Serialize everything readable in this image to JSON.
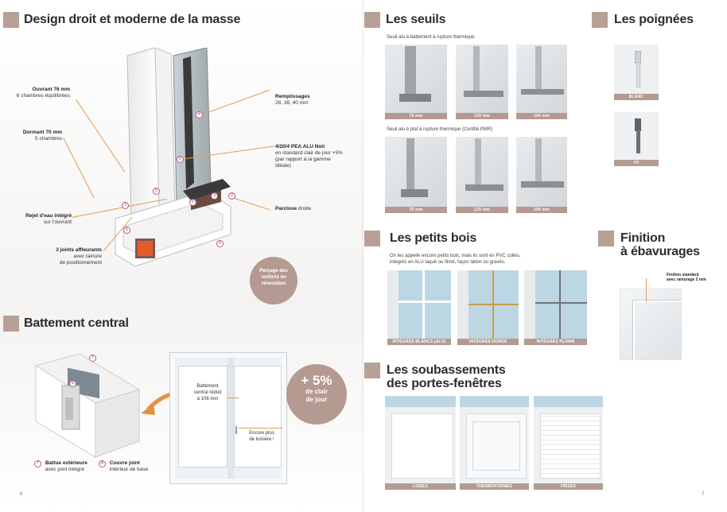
{
  "left": {
    "section1": {
      "title": "Design droit et moderne de la masse",
      "callouts": {
        "ouvrant_title": "Ouvrant 76 mm",
        "ouvrant_sub": "6 chambres équilibrées",
        "dormant_title": "Dormant 70 mm",
        "dormant_sub": "5 chambres",
        "rejet_title": "Rejet d'eau intégré",
        "rejet_sub": "sur l'ouvrant",
        "joints_title": "3 joints affleurants",
        "joints_sub1": "avec rainure",
        "joints_sub2": "de positionnement",
        "remplissages_title": "Remplissages",
        "remplissages_sub": "28, 36, 40 mm",
        "pea_title": "4/20/4 PEA ALU Noir",
        "pea_sub1": "en standard clair de jour +5%",
        "pea_sub2": "(par rapport à la gamme",
        "pea_sub3": "Idéale)",
        "parclose_title": "Parclose",
        "parclose_sub": " droite"
      },
      "numbers": [
        "2",
        "4",
        "5",
        "6",
        "6",
        "6",
        "3",
        "2",
        "6"
      ],
      "percage_badge": {
        "line1": "Perçage des",
        "line2": "renforts en",
        "line3": "rénovation"
      }
    },
    "section2": {
      "title": "Battement central",
      "legend7_num": "7",
      "legend7_title": "Battue extérieure",
      "legend7_sub": "avec joint intégré",
      "legend8_num": "8",
      "legend8_title": "Couvre joint",
      "legend8_sub": "intérieur de base",
      "battement_text1": "Battement",
      "battement_text2": "central réduit",
      "battement_text3": "à 106 mm",
      "encore_text1": "Encore plus",
      "encore_text2": "de lumière !",
      "badge_big": "+ 5%",
      "badge_line1": "de clair",
      "badge_line2": "de jour",
      "num7": "7",
      "num8": "8"
    },
    "page_number": "6"
  },
  "right": {
    "seuils": {
      "title": "Les seuils",
      "row1_caption": "Seuil alu à battement à rupture thermique",
      "row2_caption": "Seuil alu à plat à rupture thermique (Certifié PMR)",
      "row1_tags": [
        "70 mm",
        "129 mm",
        "190 mm"
      ],
      "row2_tags": [
        "70 mm",
        "129 mm",
        "190 mm"
      ]
    },
    "poignees": {
      "title": "Les poignées",
      "tags": [
        "BLANC",
        "F9"
      ]
    },
    "petits_bois": {
      "title": "Les petits bois",
      "desc1": "On les appelle encore petits bois, mais ils sont en PVC collés,",
      "desc2": "intégrés en ALU laqué ou filmé, façon laiton ou gravés.",
      "tags": [
        "INTÉGRÉS BLANCS (ALU)",
        "INTÉGRÉS DORÉS",
        "INTÉGRÉS PLOMB"
      ]
    },
    "finition": {
      "title1": "Finition",
      "title2": "à ébavurages",
      "note1": "Finition standard",
      "note2": "avec rainurage 2 mm"
    },
    "soubassements": {
      "title1": "Les soubassements",
      "title2": "des portes-fenêtres",
      "tags": [
        "LISSES",
        "THERMOFORMÉS",
        "FRISÉS"
      ]
    },
    "page_number": "7"
  },
  "colors": {
    "accent": "#b7a096",
    "leader": "#e49b4f",
    "arrow": "#e88f3c"
  }
}
